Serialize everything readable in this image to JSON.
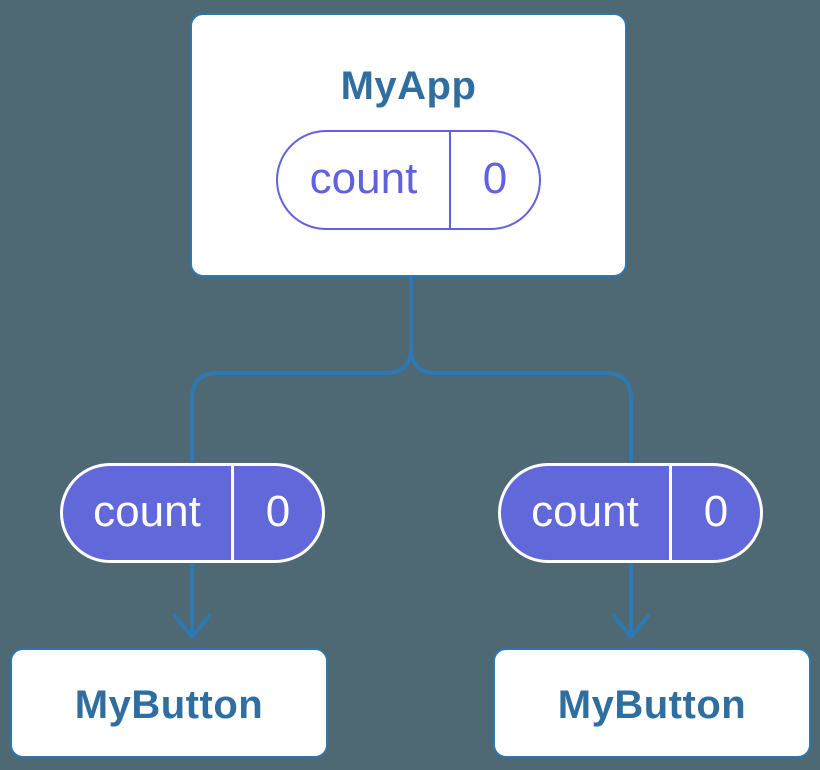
{
  "theme": {
    "background": "#4E6973",
    "connector_blue": "#2E79B2",
    "card_border_blue": "#2E76AE",
    "title_blue": "#2F6E9E",
    "state_purple": "#6161E0",
    "state_fill_purple": "#6168D9",
    "card_white": "#FFFFFF",
    "pill_text_white": "#FDFDFE"
  },
  "diagram": {
    "root": {
      "title": "MyApp",
      "state": {
        "label": "count",
        "value": "0"
      }
    },
    "children": [
      {
        "title": "MyButton",
        "state": {
          "label": "count",
          "value": "0"
        }
      },
      {
        "title": "MyButton",
        "state": {
          "label": "count",
          "value": "0"
        }
      }
    ]
  }
}
